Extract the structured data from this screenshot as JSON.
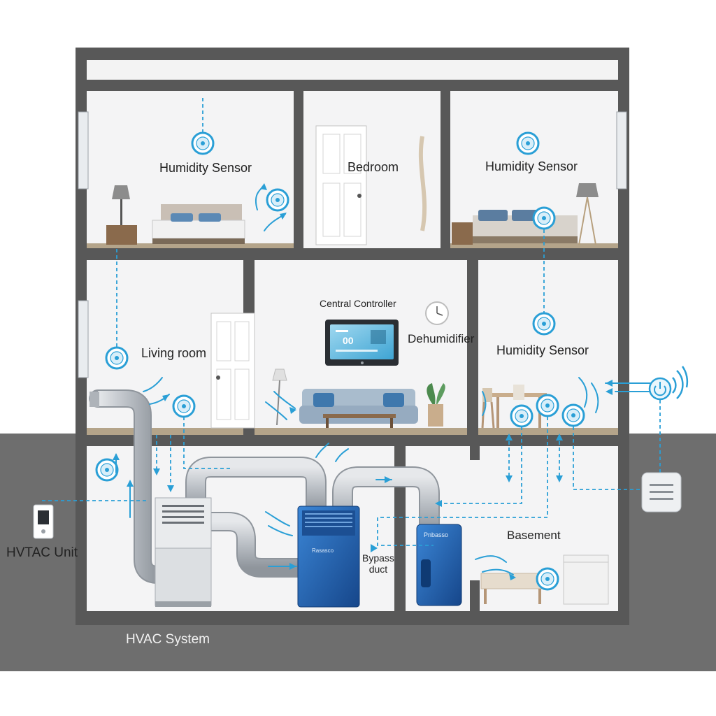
{
  "labels": {
    "humidity_sensor_1": "Humidity Sensor",
    "bedroom": "Bedroom",
    "humidity_sensor_2": "Humidity Sensor",
    "central_controller": "Central Controller",
    "dehumidifier": "Dehumidifier",
    "living_room": "Living room",
    "humidity_sensor_3": "Humidity Sensor",
    "basement": "Basement",
    "bypass_duct": "Bypass\nduct",
    "hvac_unit": "HVTAC Unit",
    "hvac_system": "HVAC System",
    "dehumidifier_brand": "Rasasco",
    "hvac_brand": "Pnbasso",
    "controller_reading": "00"
  },
  "colors": {
    "wall": "#5a5a5a",
    "ground": "#6e6e6e",
    "room": "#f4f4f5",
    "duct": "#c3c7cc",
    "accent": "#2a9fd6",
    "unit_blue": "#1f5fae"
  },
  "icons": {
    "sensor": "humidity-sensor-icon",
    "wireless": "wifi-power-icon",
    "thermostat": "thermostat-icon",
    "hub": "control-hub-icon"
  }
}
